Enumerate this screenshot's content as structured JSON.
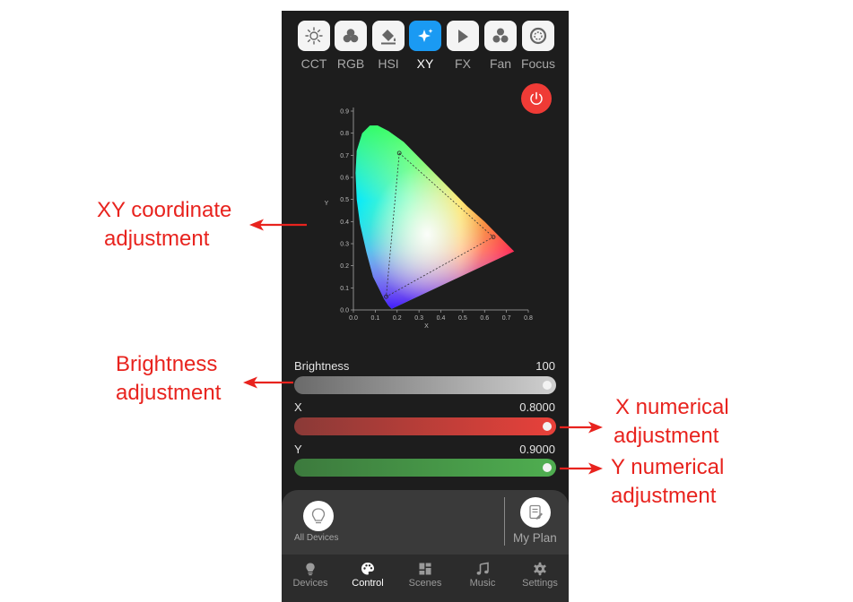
{
  "mode_tabs": [
    {
      "label": "CCT",
      "icon": "sun-icon"
    },
    {
      "label": "RGB",
      "icon": "rgb-circles-icon"
    },
    {
      "label": "HSI",
      "icon": "paint-bucket-icon"
    },
    {
      "label": "XY",
      "icon": "sparkle-icon",
      "active": true
    },
    {
      "label": "FX",
      "icon": "fx-triangle-icon"
    },
    {
      "label": "Fan",
      "icon": "fan-icon"
    },
    {
      "label": "Focus",
      "icon": "focus-ring-icon"
    }
  ],
  "power_button": {
    "icon": "power-icon",
    "color": "#ef3b36"
  },
  "xy_chart": {
    "type": "scatter",
    "xlabel": "X",
    "ylabel": "Y",
    "xlim": [
      0.0,
      0.8
    ],
    "ylim": [
      0.0,
      0.9
    ],
    "x_ticks": [
      "0.0",
      "0.1",
      "0.2",
      "0.3",
      "0.4",
      "0.5",
      "0.6",
      "0.7",
      "0.8"
    ],
    "y_ticks": [
      "0.0",
      "0.1",
      "0.2",
      "0.3",
      "0.4",
      "0.5",
      "0.6",
      "0.7",
      "0.8",
      "0.9"
    ],
    "gamut_points": [
      {
        "x": 0.21,
        "y": 0.71
      },
      {
        "x": 0.64,
        "y": 0.33
      },
      {
        "x": 0.15,
        "y": 0.06
      }
    ]
  },
  "sliders": {
    "brightness": {
      "label": "Brightness",
      "value": "100",
      "level": 1.0
    },
    "x": {
      "label": "X",
      "value": "0.8000",
      "level": 1.0
    },
    "y": {
      "label": "Y",
      "value": "0.9000",
      "level": 1.0
    }
  },
  "device_panel": {
    "all_devices_label": "All Devices",
    "my_plan_label": "My Plan"
  },
  "bottom_nav": [
    {
      "label": "Devices",
      "icon": "bulb-icon"
    },
    {
      "label": "Control",
      "icon": "palette-icon",
      "active": true
    },
    {
      "label": "Scenes",
      "icon": "grid-icon"
    },
    {
      "label": "Music",
      "icon": "music-note-icon"
    },
    {
      "label": "Settings",
      "icon": "gear-icon"
    }
  ],
  "annotations": {
    "xy_coordinate": [
      "XY coordinate",
      "adjustment"
    ],
    "brightness": [
      "Brightness",
      "adjustment"
    ],
    "x_numerical": [
      "X numerical",
      "adjustment"
    ],
    "y_numerical": [
      "Y numerical",
      "adjustment"
    ]
  },
  "colors": {
    "active_tab": "#1a9af3",
    "power": "#ef3b36",
    "annotation": "#e8231e",
    "x_track": "#e8413a",
    "y_track": "#4caf50"
  }
}
